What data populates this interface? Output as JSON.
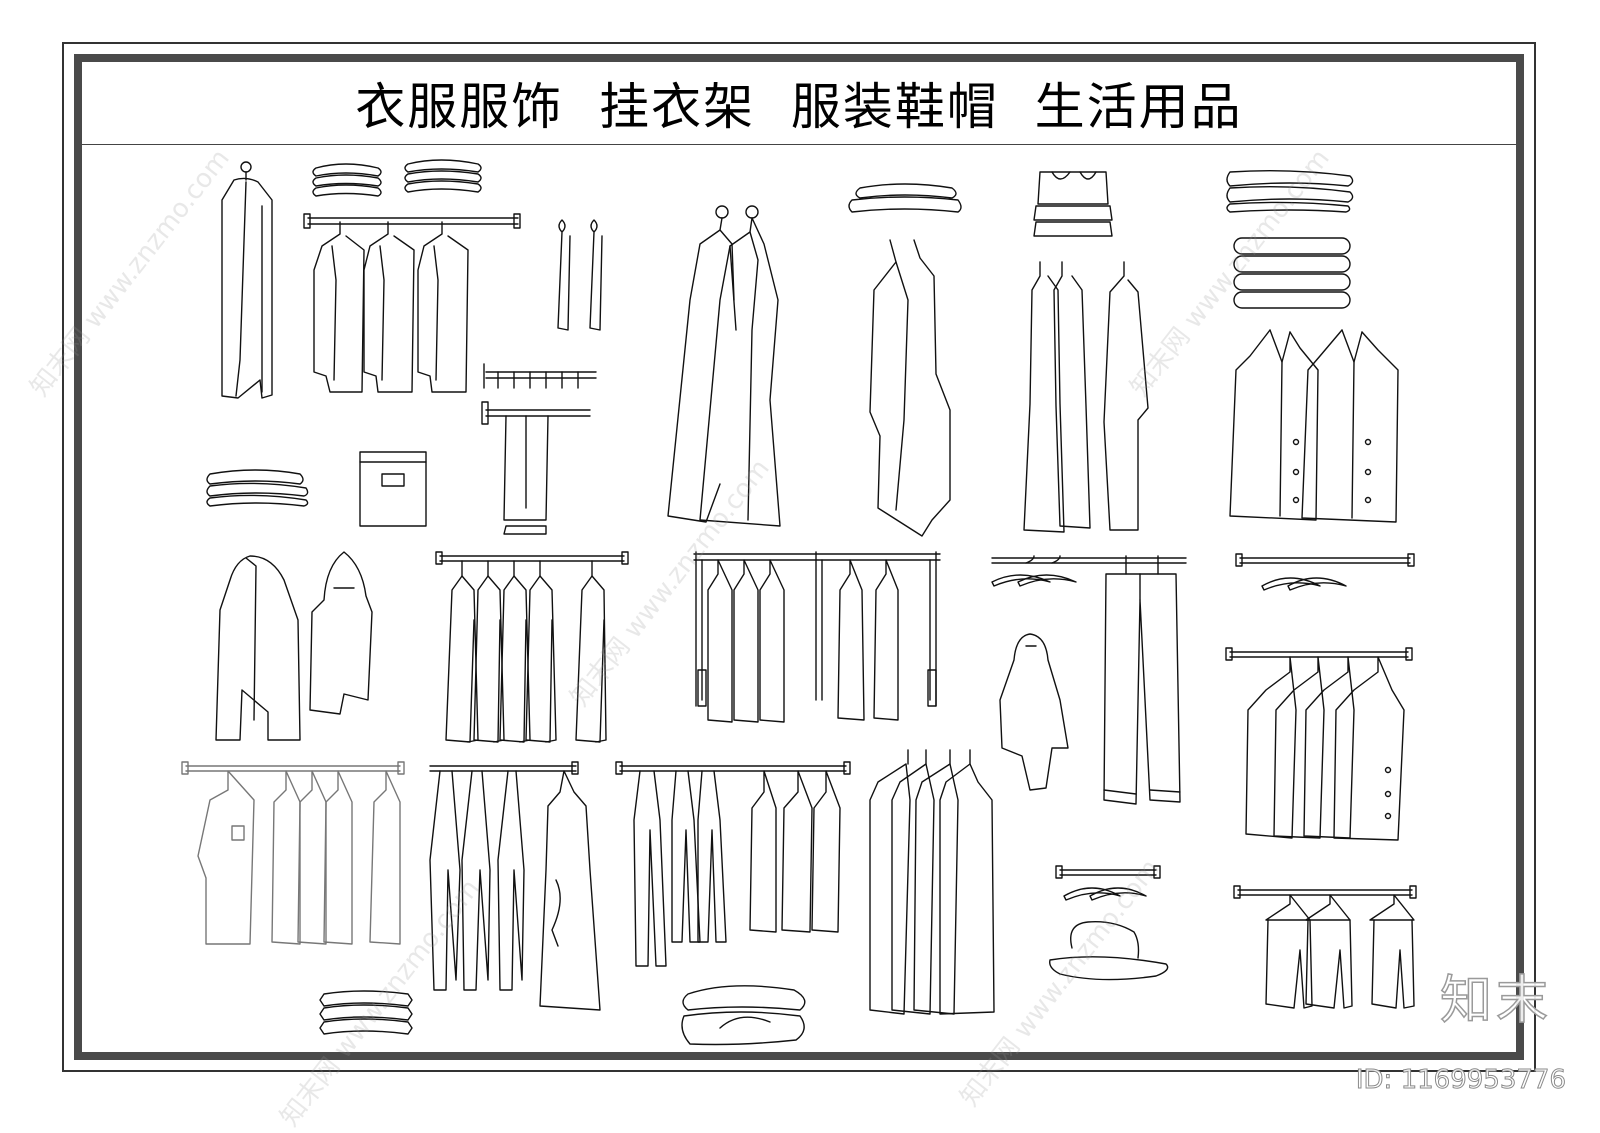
{
  "title": "衣服服饰  挂衣架  服装鞋帽  生活用品",
  "watermark_text": "知末网 www.znzmo.com",
  "logo": "知末",
  "image_id": "ID: 1169953776",
  "items": [
    {
      "name": "hanging-coat-on-hook"
    },
    {
      "name": "folded-cloth-stacks"
    },
    {
      "name": "rail-with-three-jackets"
    },
    {
      "name": "hanging-scarves"
    },
    {
      "name": "trouser-rack"
    },
    {
      "name": "folded-clothes"
    },
    {
      "name": "storage-box"
    },
    {
      "name": "two-long-coats"
    },
    {
      "name": "folded-towel"
    },
    {
      "name": "long-draped-coat"
    },
    {
      "name": "folded-shirt-stack"
    },
    {
      "name": "hanging-dresses"
    },
    {
      "name": "folded-sweaters"
    },
    {
      "name": "towel-stack"
    },
    {
      "name": "two-blazers"
    },
    {
      "name": "hooded-jackets"
    },
    {
      "name": "rail-with-five-jackets"
    },
    {
      "name": "pull-down-wardrobe-lift"
    },
    {
      "name": "hanger-rail"
    },
    {
      "name": "rail-with-trousers"
    },
    {
      "name": "draped-hoodie"
    },
    {
      "name": "small-hanger-rail"
    },
    {
      "name": "rail-with-four-blazers"
    },
    {
      "name": "rail-with-shirts"
    },
    {
      "name": "rail-with-trousers-and-dress"
    },
    {
      "name": "rail-with-pants-and-tops"
    },
    {
      "name": "garment-bags"
    },
    {
      "name": "hanger-rail-small"
    },
    {
      "name": "brimmed-hat"
    },
    {
      "name": "rail-with-hanging-pants"
    },
    {
      "name": "folded-pillows"
    },
    {
      "name": "folded-towel-pile"
    }
  ]
}
